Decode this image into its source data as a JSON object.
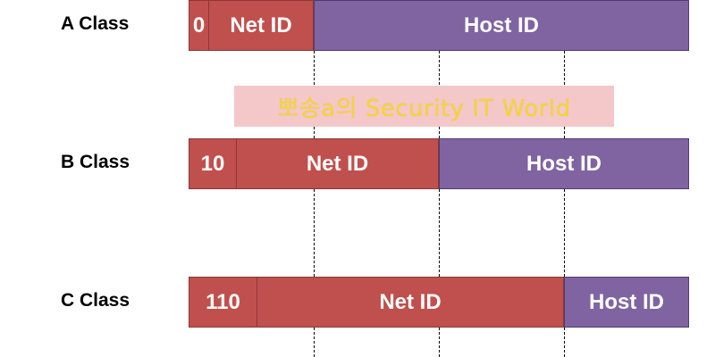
{
  "classes": [
    {
      "label": "A Class",
      "prefix": "0",
      "net": "Net ID",
      "host": "Host ID"
    },
    {
      "label": "B Class",
      "prefix": "10",
      "net": "Net ID",
      "host": "Host ID"
    },
    {
      "label": "C Class",
      "prefix": "110",
      "net": "Net ID",
      "host": "Host ID"
    }
  ],
  "watermark": "뽀송a의 Security IT World",
  "colors": {
    "net": "#c0504d",
    "host": "#8064a2",
    "text": "#ffffff",
    "watermark_bg": "#f4c7c9",
    "watermark_text": "#f2d632"
  }
}
